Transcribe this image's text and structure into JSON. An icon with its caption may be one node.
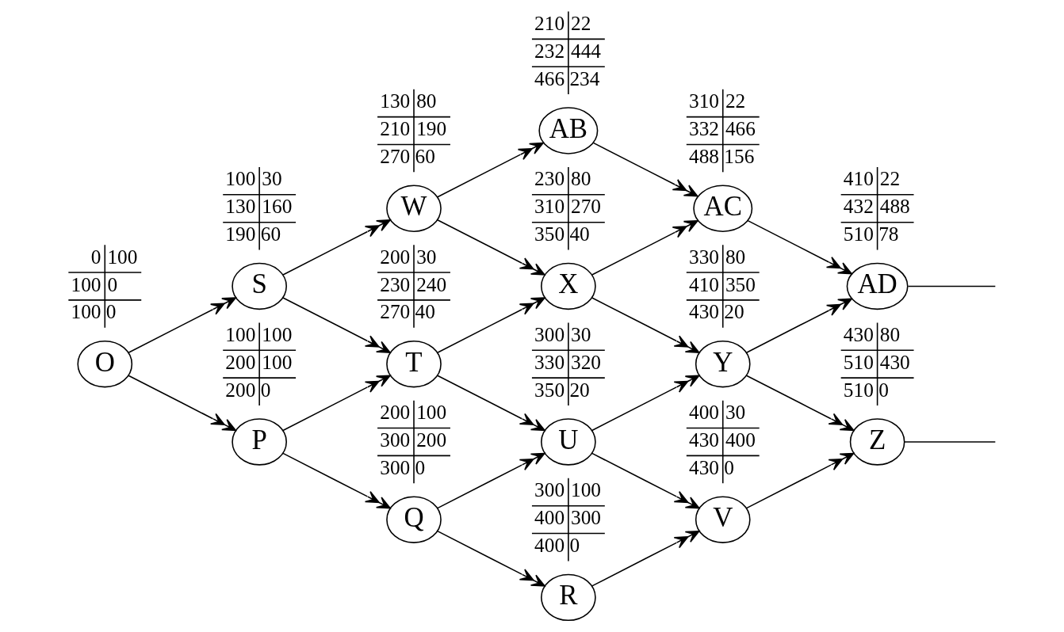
{
  "diagram": {
    "nodes": [
      {
        "text": [
          "O"
        ],
        "beside": [
          "0",
          "100",
          "100",
          "0",
          "100",
          "0"
        ]
      },
      {
        "text": [
          "S"
        ],
        "beside": [
          "100",
          "30",
          "130",
          "160",
          "190",
          "60"
        ]
      },
      {
        "text": [
          "W"
        ],
        "beside": [
          "130",
          "80",
          "210",
          "190",
          "270",
          "60"
        ]
      },
      {
        "text": [
          "AB"
        ],
        "beside": [
          "210",
          "22",
          "232",
          "444",
          "466",
          "234"
        ]
      },
      {
        "text": [
          "P"
        ],
        "beside": [
          "100",
          "100",
          "200",
          "100",
          "200",
          "0"
        ]
      },
      {
        "text": [
          "T"
        ],
        "beside": [
          "200",
          "30",
          "230",
          "240",
          "270",
          "40"
        ]
      },
      {
        "text": [
          "X"
        ],
        "beside": [
          "230",
          "80",
          "310",
          "270",
          "350",
          "40"
        ]
      },
      {
        "text": [
          "AC"
        ],
        "beside": [
          "310",
          "22",
          "332",
          "466",
          "488",
          "156"
        ]
      },
      {
        "text": [
          "Q"
        ],
        "beside": [
          "200",
          "100",
          "300",
          "200",
          "300",
          "0"
        ]
      },
      {
        "text": [
          "U"
        ],
        "beside": [
          "300",
          "30",
          "330",
          "320",
          "350",
          "20"
        ]
      },
      {
        "text": [
          "Y"
        ],
        "beside": [
          "330",
          "80",
          "410",
          "350",
          "430",
          "20"
        ]
      },
      {
        "text": [
          "AD"
        ],
        "beside": [
          "410",
          "22",
          "432",
          "488",
          "510",
          "78"
        ]
      },
      {
        "text": [
          "R"
        ],
        "beside": [
          "300",
          "100",
          "400",
          "300",
          "400",
          "0"
        ]
      },
      {
        "text": [
          "V"
        ],
        "beside": [
          "400",
          "30",
          "430",
          "400",
          "430",
          "0"
        ]
      },
      {
        "text": [
          "Z"
        ],
        "beside": [
          "430",
          "80",
          "510",
          "430",
          "510",
          "0"
        ]
      }
    ],
    "edges": [
      {
        "from": 0,
        "to": 1,
        "arrow": "to"
      },
      {
        "from": 1,
        "to": 2,
        "arrow": "to"
      },
      {
        "from": 2,
        "to": 3,
        "arrow": "to"
      },
      {
        "from": 0,
        "to": 4,
        "arrow": "to"
      },
      {
        "from": 1,
        "to": 5,
        "arrow": "to"
      },
      {
        "from": 2,
        "to": 6,
        "arrow": "to"
      },
      {
        "from": 3,
        "to": 7,
        "arrow": "to"
      },
      {
        "from": 4,
        "to": 5,
        "arrow": "to"
      },
      {
        "from": 5,
        "to": 6,
        "arrow": "to"
      },
      {
        "from": 6,
        "to": 7,
        "arrow": "to"
      },
      {
        "from": 4,
        "to": 8,
        "arrow": "to"
      },
      {
        "from": 5,
        "to": 9,
        "arrow": "to"
      },
      {
        "from": 6,
        "to": 10,
        "arrow": "to"
      },
      {
        "from": 7,
        "to": 11,
        "arrow": "to"
      },
      {
        "from": 8,
        "to": 9,
        "arrow": "to"
      },
      {
        "from": 9,
        "to": 10,
        "arrow": "to"
      },
      {
        "from": 10,
        "to": 11,
        "arrow": "to"
      },
      {
        "from": 8,
        "to": 12,
        "arrow": "to"
      },
      {
        "from": 9,
        "to": 13,
        "arrow": "to"
      },
      {
        "from": 10,
        "to": 14,
        "arrow": "to"
      },
      {
        "from": 11,
        "to": null,
        "arrow": "none"
      },
      {
        "from": 12,
        "to": 13,
        "arrow": "to"
      },
      {
        "from": 13,
        "to": 14,
        "arrow": "to"
      },
      {
        "from": 14,
        "to": null,
        "arrow": "none"
      }
    ]
  }
}
